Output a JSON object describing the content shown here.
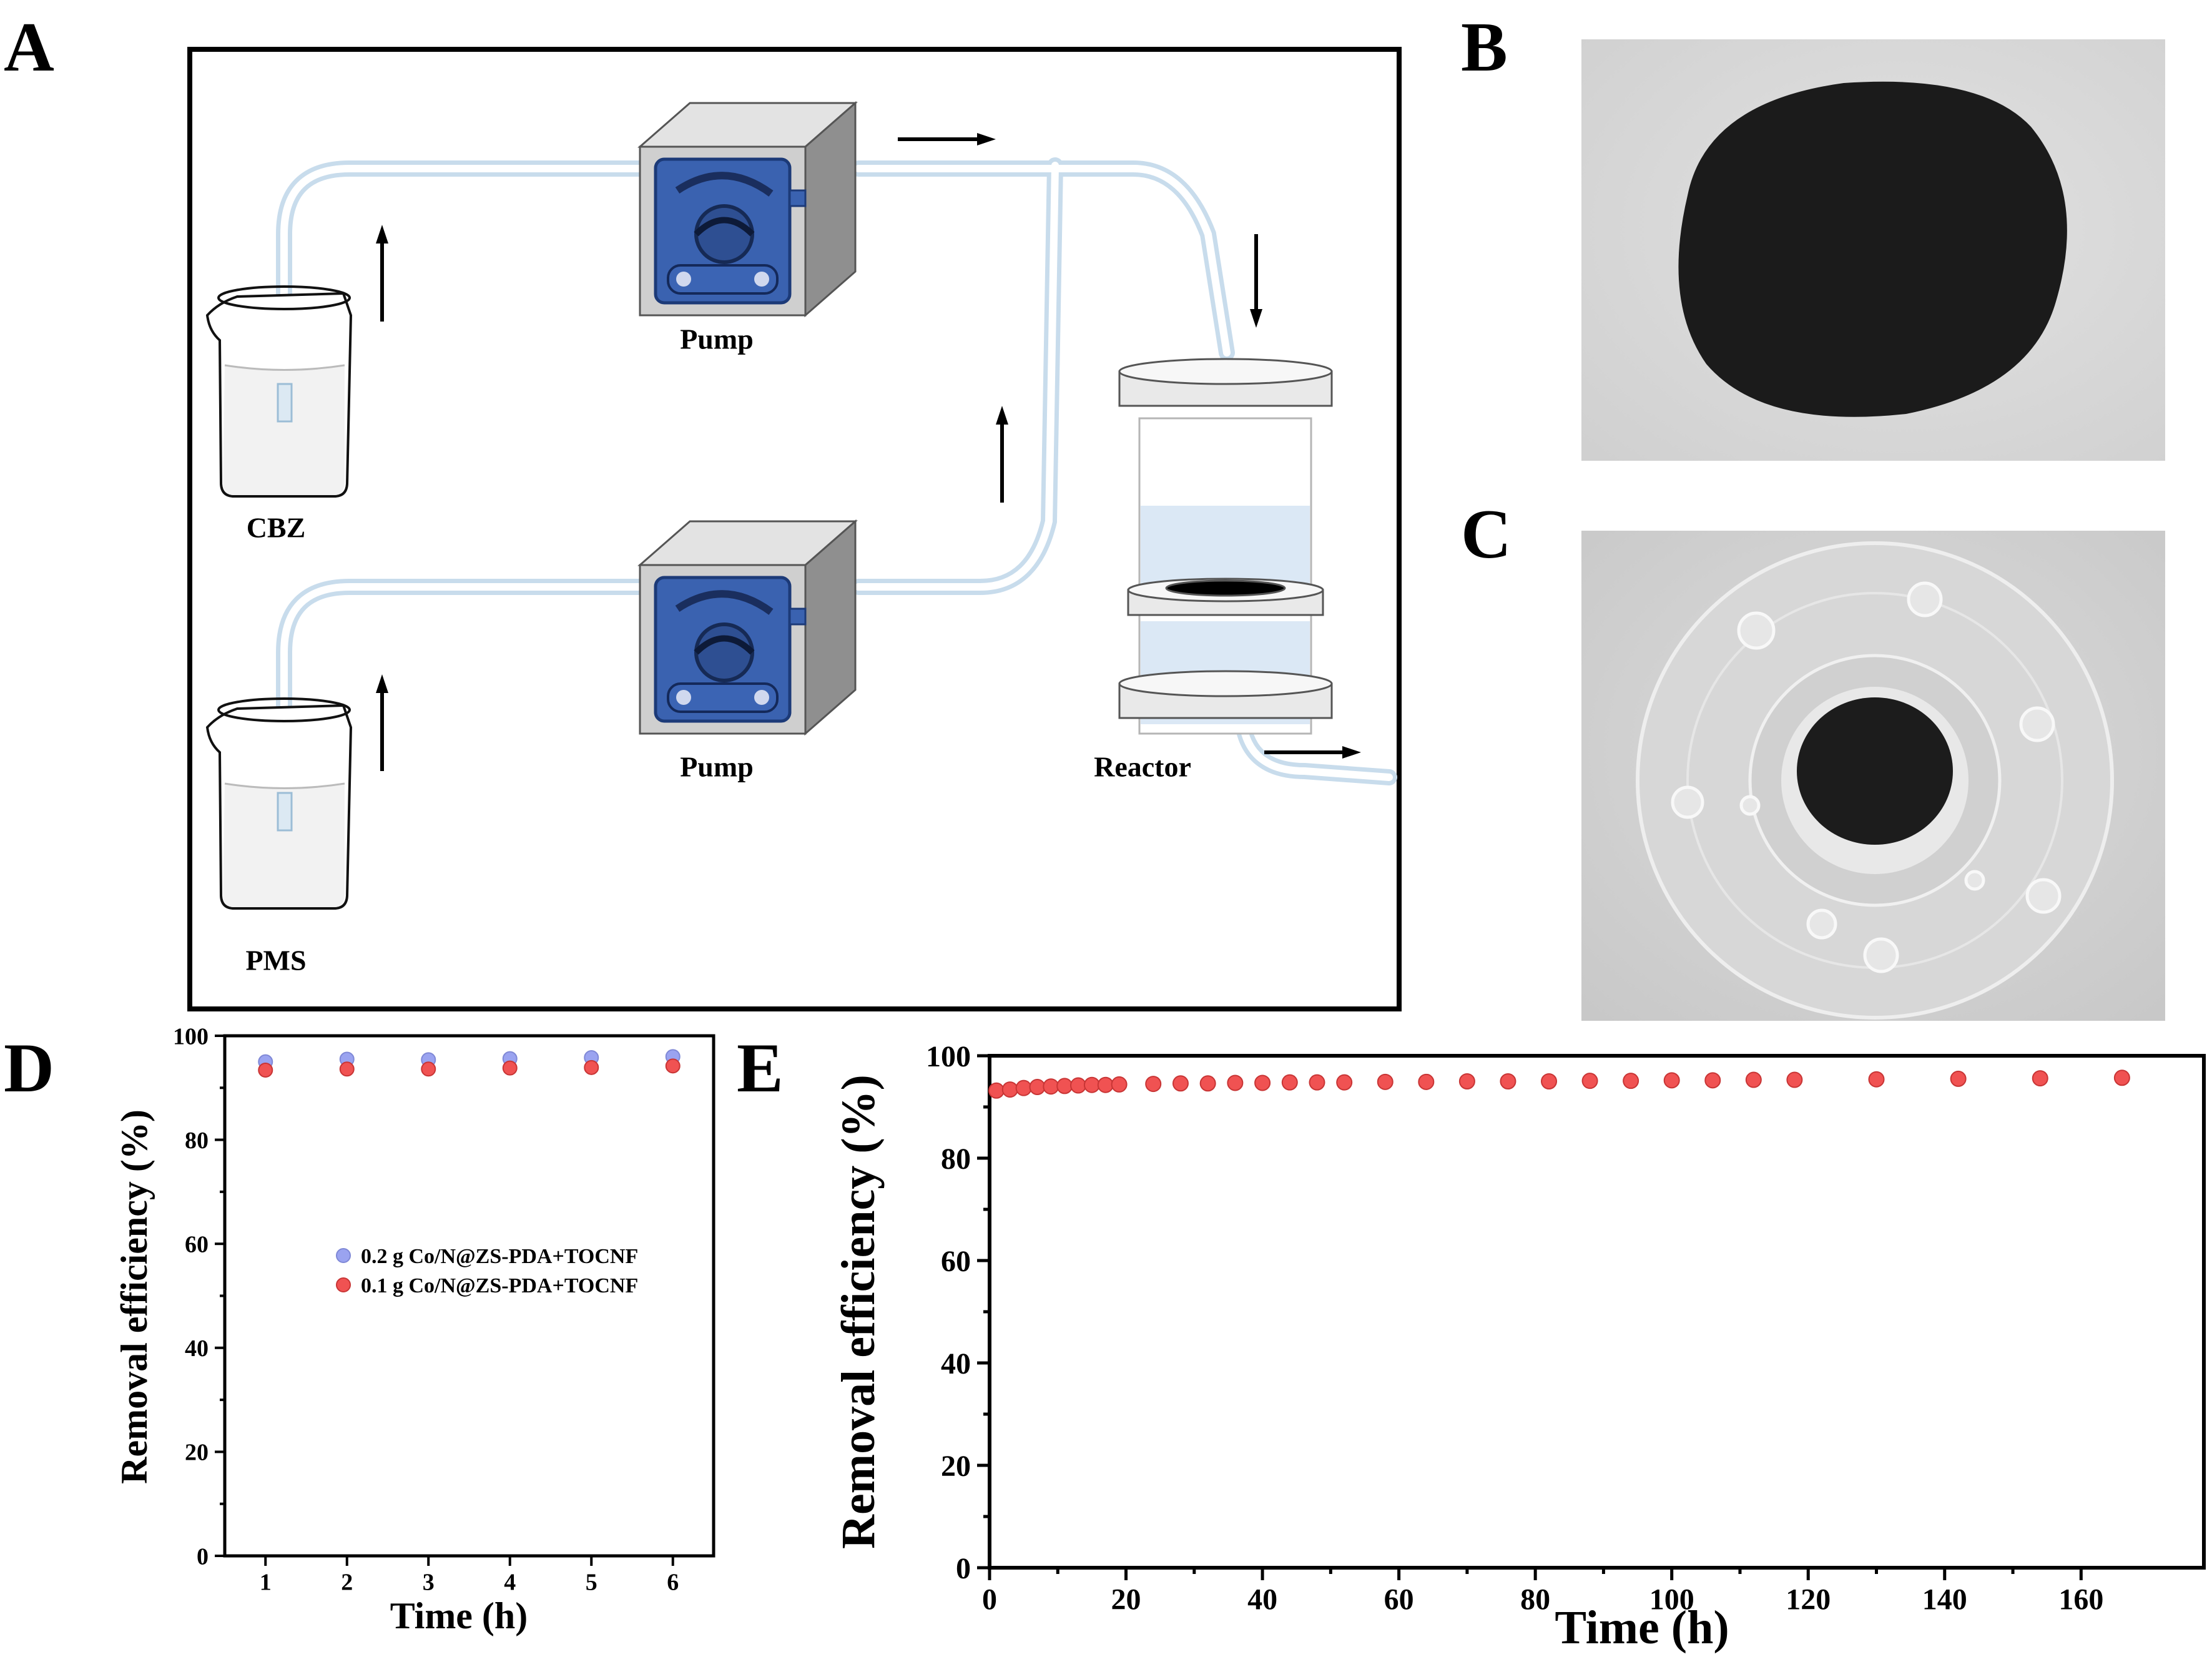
{
  "panels": {
    "A": {
      "letter": "A",
      "labels": {
        "pump_top": "Pump",
        "pump_bottom": "Pump",
        "cbz": "CBZ",
        "pms": "PMS",
        "reactor": "Reactor"
      }
    },
    "B": {
      "letter": "B"
    },
    "C": {
      "letter": "C"
    },
    "D": {
      "letter": "D"
    },
    "E": {
      "letter": "E"
    }
  },
  "chart_data": [
    {
      "panel": "D",
      "type": "scatter",
      "xlabel": "Time (h)",
      "ylabel": "Removal efficiency (%)",
      "xlim": [
        0.5,
        6.5
      ],
      "ylim": [
        0,
        100
      ],
      "xticks": [
        1,
        2,
        3,
        4,
        5,
        6
      ],
      "yticks": [
        0,
        20,
        40,
        60,
        80,
        100
      ],
      "grid": false,
      "legend_position": "center",
      "series": [
        {
          "name": "0.2 g Co/N@ZS-PDA+TOCNF",
          "color": "#9aa3f0",
          "x": [
            1,
            2,
            3,
            4,
            5,
            6
          ],
          "y": [
            95.0,
            95.5,
            95.4,
            95.6,
            95.8,
            96.0
          ]
        },
        {
          "name": "0.1 g Co/N@ZS-PDA+TOCNF",
          "color": "#f05252",
          "x": [
            1,
            2,
            3,
            4,
            5,
            6
          ],
          "y": [
            93.4,
            93.6,
            93.6,
            93.8,
            93.9,
            94.2
          ]
        }
      ]
    },
    {
      "panel": "E",
      "type": "scatter",
      "xlabel": "Time (h)",
      "ylabel": "Removal efficiency (%)",
      "xlim": [
        0,
        178
      ],
      "ylim": [
        0,
        100
      ],
      "xticks": [
        0,
        20,
        40,
        60,
        80,
        100,
        120,
        140,
        160
      ],
      "yticks": [
        0,
        20,
        40,
        60,
        80,
        100
      ],
      "grid": false,
      "series": [
        {
          "color": "#f05252",
          "x": [
            1,
            3,
            5,
            7,
            9,
            11,
            13,
            15,
            17,
            19,
            24,
            28,
            32,
            36,
            40,
            44,
            48,
            52,
            58,
            64,
            70,
            76,
            82,
            88,
            94,
            100,
            106,
            112,
            118,
            130,
            142,
            154,
            166
          ],
          "y": [
            93.2,
            93.4,
            93.7,
            93.9,
            94.0,
            94.1,
            94.2,
            94.3,
            94.3,
            94.4,
            94.5,
            94.6,
            94.6,
            94.7,
            94.7,
            94.8,
            94.8,
            94.8,
            94.9,
            94.9,
            95.0,
            95.0,
            95.0,
            95.1,
            95.1,
            95.2,
            95.2,
            95.3,
            95.3,
            95.4,
            95.5,
            95.6,
            95.7
          ]
        }
      ]
    }
  ]
}
